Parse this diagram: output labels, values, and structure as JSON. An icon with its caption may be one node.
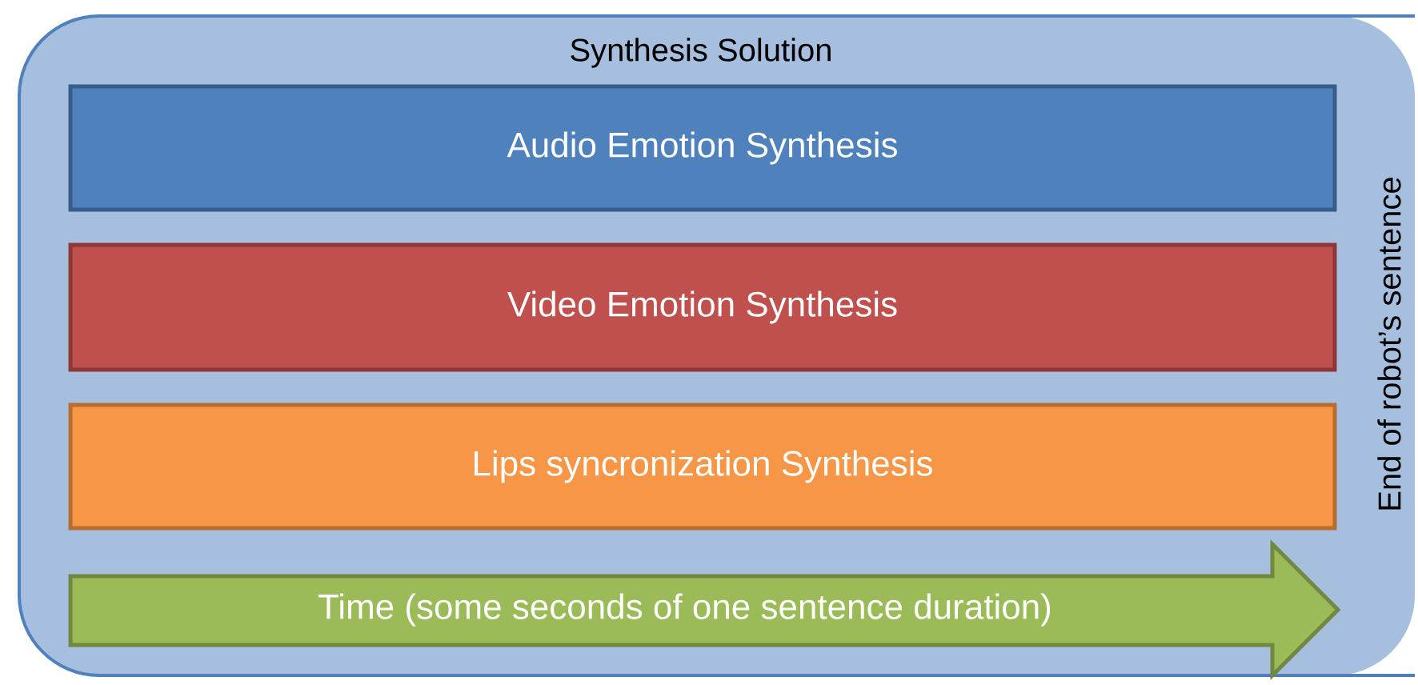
{
  "diagram": {
    "nodes": [
      {
        "text": [
          "Synthesis Solution"
        ]
      },
      {
        "text": [
          "Audio Emotion Synthesis"
        ],
        "in": 0
      },
      {
        "text": [
          "Video Emotion Synthesis"
        ],
        "in": 0
      },
      {
        "text": [
          "Lips syncronization Synthesis"
        ],
        "in": 0
      },
      {
        "text": [
          "Time (some seconds of one sentence duration)"
        ],
        "in": 0
      }
    ],
    "labels": [
      "End of robot’s sentence"
    ]
  }
}
